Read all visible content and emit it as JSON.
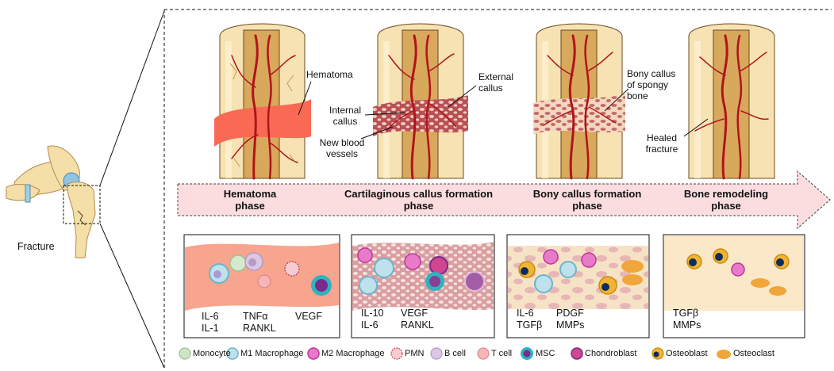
{
  "fracture_label": "Fracture",
  "annotations": {
    "hematoma": "Hematoma",
    "internal_callus": "Internal\ncallus",
    "new_vessels": "New blood\nvessels",
    "external_callus": "External\ncallus",
    "bony_callus": "Bony callus\nof spongy\nbone",
    "healed": "Healed\nfracture"
  },
  "phases": [
    "Hematoma\nphase",
    "Cartilaginous callus formation\nphase",
    "Bony callus formation\nphase",
    "Bone remodeling\nphase"
  ],
  "cytokines": [
    {
      "c1": "IL-6\nIL-1",
      "c2": "TNFα\nRANKL",
      "c3": "VEGF"
    },
    {
      "c1": "IL-10\nIL-6",
      "c2": "VEGF\nRANKL",
      "c3": ""
    },
    {
      "c1": "IL-6\nTGFβ",
      "c2": "PDGF\nMMPs",
      "c3": ""
    },
    {
      "c1": "TGFβ\nMMPs",
      "c2": "",
      "c3": ""
    }
  ],
  "legend": [
    {
      "label": "Monocyte",
      "icon": "monocyte-icon",
      "color": "#cfe3c6"
    },
    {
      "label": "M1 Macrophage",
      "icon": "m1-macrophage-icon",
      "color": "#9fd3e6"
    },
    {
      "label": "M2 Macrophage",
      "icon": "m2-macrophage-icon",
      "color": "#d94fb6"
    },
    {
      "label": "PMN",
      "icon": "pmn-icon",
      "color": "#f2c2c8"
    },
    {
      "label": "B cell",
      "icon": "b-cell-icon",
      "color": "#c9a9cf"
    },
    {
      "label": "T cell",
      "icon": "t-cell-icon",
      "color": "#f4a4ab"
    },
    {
      "label": "MSC",
      "icon": "msc-icon",
      "color": "#2fb3c0"
    },
    {
      "label": "Chondroblast",
      "icon": "chondroblast-icon",
      "color": "#7a2a8a"
    },
    {
      "label": "Osteoblast",
      "icon": "osteoblast-icon",
      "color": "#f1b531"
    },
    {
      "label": "Osteoclast",
      "icon": "osteoclast-icon",
      "color": "#f0a63a"
    }
  ],
  "colors": {
    "hematoma": "#f96a55",
    "bone": "#f6e2b3",
    "marrow": "#d8a85c",
    "vessel": "#b0141a",
    "arrow_fill": "#fbdde0",
    "panel_bg": "#f3b49b"
  }
}
